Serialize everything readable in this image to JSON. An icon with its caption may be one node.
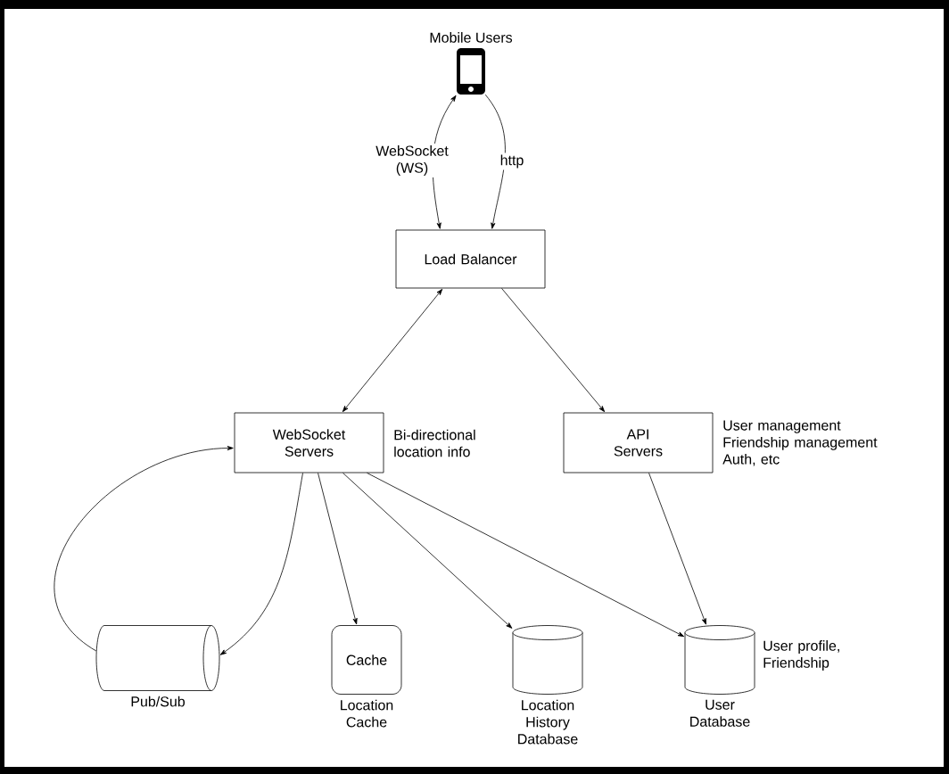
{
  "diagram": {
    "nodes": [
      {
        "text": [
          "Mobile Users"
        ]
      },
      {
        "text": [
          "Load Balancer"
        ]
      },
      {
        "text": [
          "WebSocket Servers"
        ],
        "beside": [
          "Bi-directional location info"
        ]
      },
      {
        "text": [
          "API Servers"
        ],
        "beside": [
          "User management Friendship management Auth, etc"
        ]
      },
      {
        "text": [
          "Pub/Sub"
        ]
      },
      {
        "text": [
          "Cache",
          "Location Cache"
        ]
      },
      {
        "text": [
          "Location History Database"
        ]
      },
      {
        "text": [
          "User Database"
        ],
        "beside": [
          "User profile, Friendship"
        ]
      }
    ],
    "edges": [
      {
        "from": 0,
        "to": 1,
        "arrow": "both",
        "label": "WebSocket (WS)"
      },
      {
        "from": 0,
        "to": 1,
        "arrow": "to",
        "label": "http"
      },
      {
        "from": 1,
        "to": 2,
        "arrow": "both"
      },
      {
        "from": 1,
        "to": 3,
        "arrow": "to"
      },
      {
        "from": 2,
        "to": 4,
        "arrow": "to"
      },
      {
        "from": 4,
        "to": 2,
        "arrow": "to"
      },
      {
        "from": 2,
        "to": 5,
        "arrow": "to"
      },
      {
        "from": 2,
        "to": 6,
        "arrow": "to"
      },
      {
        "from": 2,
        "to": 7,
        "arrow": "to"
      },
      {
        "from": 3,
        "to": 7,
        "arrow": "to"
      }
    ]
  }
}
